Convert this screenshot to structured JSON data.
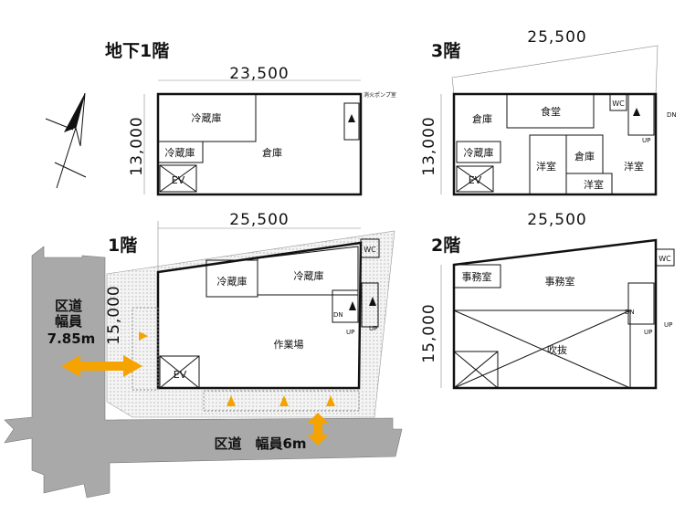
{
  "floors": {
    "b1": {
      "title": "地下1階",
      "width_dim": "23,500",
      "depth_dim": "13,000",
      "rooms": [
        "冷蔵庫",
        "冷蔵庫",
        "倉庫",
        "EV"
      ],
      "pump_room": "消火ポンプ室"
    },
    "f3": {
      "title": "3階",
      "width_dim": "25,500",
      "depth_dim": "13,000",
      "rooms": [
        "倉庫",
        "食堂",
        "WC",
        "冷蔵庫",
        "EV",
        "洋室",
        "倉庫",
        "洋室",
        "洋室"
      ],
      "stair_labels": [
        "DN",
        "UP"
      ]
    },
    "f2": {
      "title": "2階",
      "width_dim": "25,500",
      "depth_dim": "15,000",
      "rooms": [
        "事務室",
        "事務室",
        "吹抜",
        "WC"
      ],
      "stair_labels": [
        "DN",
        "UP",
        "UP"
      ]
    },
    "f1": {
      "title": "1階",
      "width_dim": "25,500",
      "depth_dim": "15,000",
      "rooms": [
        "冷蔵庫",
        "冷蔵庫",
        "作業場",
        "EV",
        "WC"
      ],
      "stair_labels": [
        "DN",
        "UP",
        "UP"
      ]
    }
  },
  "roads": {
    "west": {
      "line1": "区道",
      "line2": "幅員",
      "line3": "7.85m"
    },
    "south": {
      "label": "区道　幅員6m"
    }
  },
  "colors": {
    "accent": "#f5a300",
    "road": "#a9a9a9"
  }
}
